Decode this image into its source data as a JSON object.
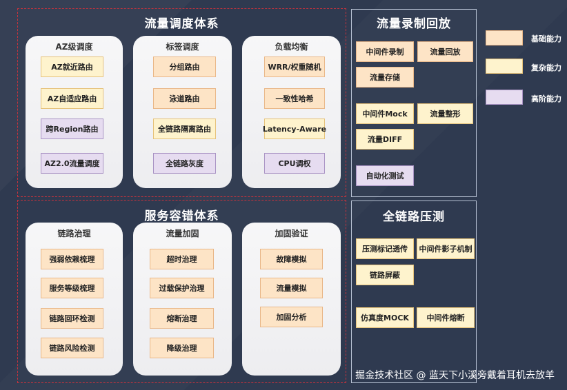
{
  "left_top": {
    "title": "流量调度体系",
    "cards": [
      {
        "title": "AZ级调度",
        "items": [
          {
            "label": "AZ就近路由",
            "level": "complex"
          },
          {
            "label": "AZ自适应路由",
            "level": "complex"
          },
          {
            "label": "跨Region路由",
            "level": "advanced"
          },
          {
            "label": "AZ2.0流量调度",
            "level": "advanced"
          }
        ]
      },
      {
        "title": "标签调度",
        "items": [
          {
            "label": "分组路由",
            "level": "basic"
          },
          {
            "label": "泳道路由",
            "level": "basic"
          },
          {
            "label": "全链路隔离路由",
            "level": "complex"
          },
          {
            "label": "全链路灰度",
            "level": "advanced"
          }
        ]
      },
      {
        "title": "负载均衡",
        "items": [
          {
            "label": "WRR/权重随机",
            "level": "basic"
          },
          {
            "label": "一致性哈希",
            "level": "basic"
          },
          {
            "label": "Latency-Aware",
            "level": "complex"
          },
          {
            "label": "CPU调权",
            "level": "advanced"
          }
        ]
      }
    ]
  },
  "left_bottom": {
    "title": "服务容错体系",
    "cards": [
      {
        "title": "链路治理",
        "items": [
          {
            "label": "强弱依赖梳理",
            "level": "basic"
          },
          {
            "label": "服务等级梳理",
            "level": "basic"
          },
          {
            "label": "链路回环检测",
            "level": "basic"
          },
          {
            "label": "链路风险检测",
            "level": "basic"
          }
        ]
      },
      {
        "title": "流量加固",
        "items": [
          {
            "label": "超时治理",
            "level": "basic"
          },
          {
            "label": "过载保护治理",
            "level": "basic"
          },
          {
            "label": "熔断治理",
            "level": "basic"
          },
          {
            "label": "降级治理",
            "level": "basic"
          }
        ]
      },
      {
        "title": "加固验证",
        "items": [
          {
            "label": "故障模拟",
            "level": "basic"
          },
          {
            "label": "流量模拟",
            "level": "basic"
          },
          {
            "label": "加固分析",
            "level": "basic"
          }
        ]
      }
    ]
  },
  "right_top": {
    "title": "流量录制回放",
    "items": [
      {
        "label": "中间件录制",
        "level": "basic"
      },
      {
        "label": "流量回放",
        "level": "basic"
      },
      {
        "label": "流量存储",
        "level": "basic"
      },
      {
        "label": "中间件Mock",
        "level": "complex"
      },
      {
        "label": "流量整形",
        "level": "complex"
      },
      {
        "label": "流量DIFF",
        "level": "complex"
      },
      {
        "label": "自动化测试",
        "level": "advanced"
      }
    ]
  },
  "right_bottom": {
    "title": "全链路压测",
    "items": [
      {
        "label": "压测标记透传",
        "level": "complex"
      },
      {
        "label": "中间件影子机制",
        "level": "complex"
      },
      {
        "label": "链路屏蔽",
        "level": "complex"
      },
      {
        "label": "仿真度MOCK",
        "level": "complex"
      },
      {
        "label": "中间件熔断",
        "level": "complex"
      }
    ]
  },
  "legend": [
    {
      "label": "基础能力",
      "level": "basic"
    },
    {
      "label": "复杂能力",
      "level": "complex"
    },
    {
      "label": "高阶能力",
      "level": "advanced"
    }
  ],
  "watermark": "掘金技术社区 @ 蓝天下小溪旁戴着耳机去放羊",
  "colors": {
    "background": "#2f3a50",
    "basic": "#fde4c6",
    "complex": "#fef3cd",
    "advanced": "#e6dcf0",
    "dashed_border": "#c8323c"
  }
}
